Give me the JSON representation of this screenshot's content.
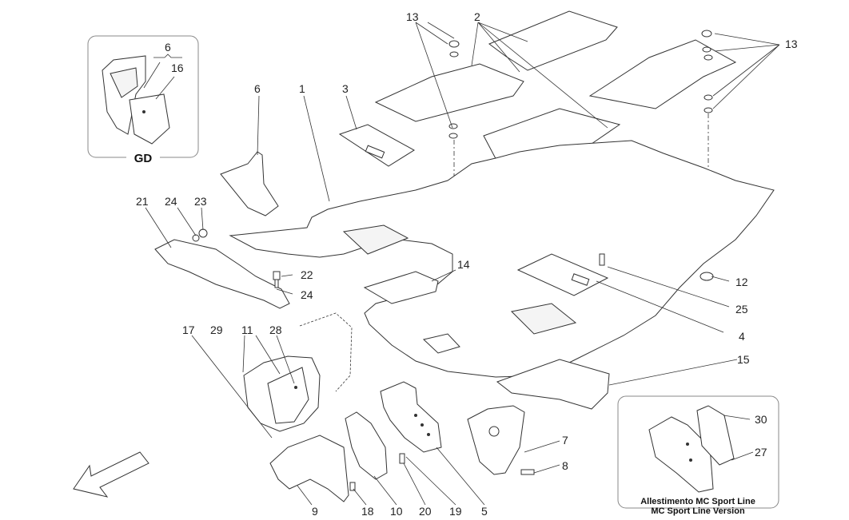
{
  "callouts": {
    "c1": "1",
    "c2": "2",
    "c3": "3",
    "c4": "4",
    "c5": "5",
    "c6": "6",
    "c7": "7",
    "c8": "8",
    "c9": "9",
    "c10": "10",
    "c11": "11",
    "c12": "12",
    "c13a": "13",
    "c13b": "13",
    "c14": "14",
    "c15": "15",
    "c17": "17",
    "c18": "18",
    "c19": "19",
    "c20": "20",
    "c21": "21",
    "c22": "22",
    "c23": "23",
    "c24a": "24",
    "c24b": "24",
    "c25": "25",
    "c27": "27",
    "c28": "28",
    "c29": "29",
    "c30": "30"
  },
  "inset_gd": {
    "title": "GD",
    "c6": "6",
    "c16": "16"
  },
  "inset_mc": {
    "caption_line1": "Allestimento MC Sport Line",
    "caption_line2": "MC Sport Line Version"
  }
}
